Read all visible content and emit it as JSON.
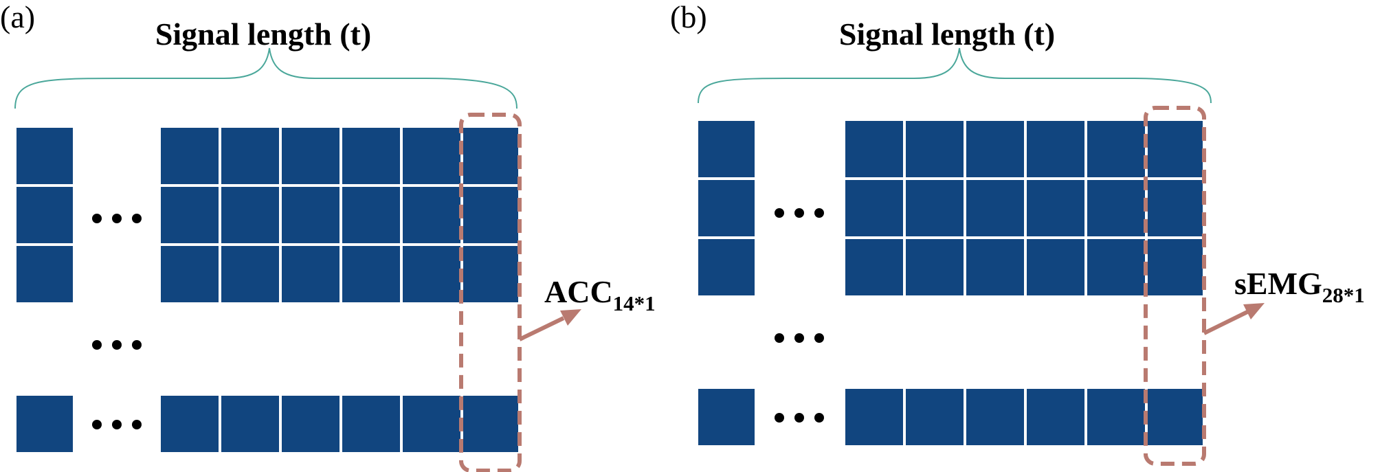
{
  "panels": [
    {
      "id": "a",
      "label": "(a)",
      "title": "Signal length (t)",
      "matrix_label": "ACC",
      "matrix_sub": "14*1"
    },
    {
      "id": "b",
      "label": "(b)",
      "title": "Signal length (t)",
      "matrix_label": "sEMG",
      "matrix_sub": "28*1"
    }
  ],
  "colors": {
    "cell": "#11457f",
    "brace": "#4aa79a",
    "highlight": "#b97a70",
    "dots": "#000000"
  }
}
